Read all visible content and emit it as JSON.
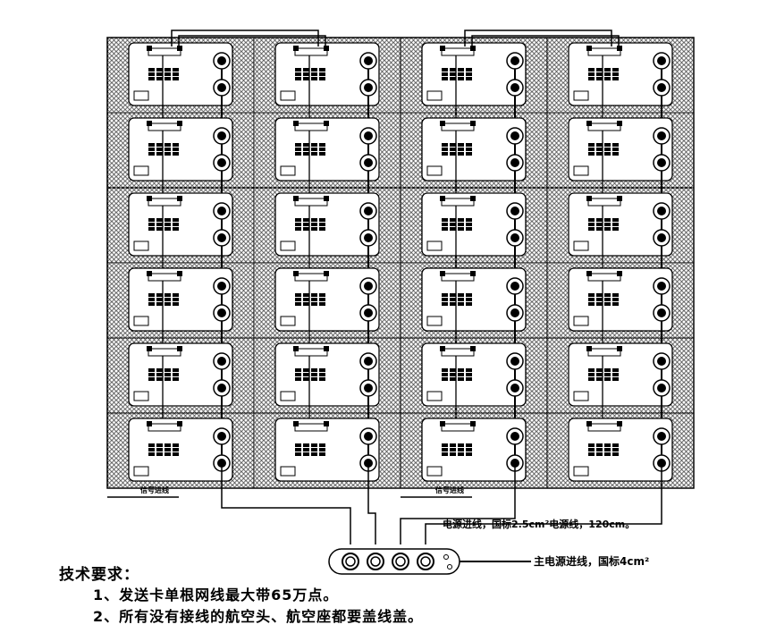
{
  "labels": {
    "signal_left": "信号进线",
    "signal_right": "信号进线",
    "power_in": "电源进线，国标2.5cm²电源线，120cm。",
    "main_power_in": "主电源进线，国标4cm²"
  },
  "requirements": {
    "title": "技术要求：",
    "items": [
      "1、发送卡单根网线最大带65万点。",
      "2、所有没有接线的航空头、航空座都要盖线盖。"
    ]
  },
  "panel_grid": {
    "rows": 6,
    "cols": 4
  },
  "colors": {
    "line": "#000000",
    "background": "#ffffff"
  }
}
